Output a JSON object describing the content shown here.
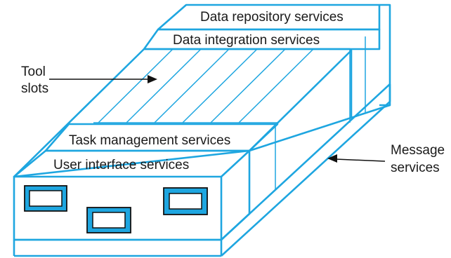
{
  "layers": {
    "data_repository": "Data repository services",
    "data_integration": "Data integration services",
    "task_management": "Task management services",
    "user_interface": "User interface services"
  },
  "callouts": {
    "tool_slots_line1": "Tool",
    "tool_slots_line2": "slots",
    "message_services_line1": "Message",
    "message_services_line2": "services"
  },
  "colors": {
    "outline": "#1ea6e0",
    "window_fill": "#1ea6e0",
    "text": "#1a1a1a"
  }
}
